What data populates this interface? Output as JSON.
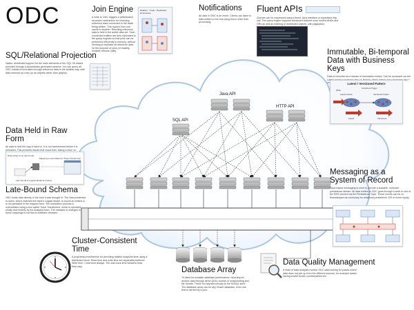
{
  "title": "ODC",
  "labels": {
    "sql_api": "SQL API",
    "java_api": "Java API",
    "http_api": "HTTP API"
  },
  "sections": {
    "join_engine": {
      "heading": "Join Engine",
      "body": "A write to ODC triggers a (distributed) recursive mechanism for resolving reference data connected to the trade being written. This ripples from one cache to another. Resulting reference data is held in the active data set. Such connected entities are then replicated to the query engines so that joins can be performed efficiently in memory, without needing to replicate all reference data for the purpose of joins (or making multiple network calls)."
    },
    "notifications": {
      "heading": "Notifications",
      "body": "All data in ODC is an event. Clients can listen to data written to the bus using this to drive their processing."
    },
    "fluent_apis": {
      "heading": "Fluent APIs",
      "body": "Queries can be expressed using a fluent Java interface or equivalent http call. The query engine supports advanced features such nested ANDs and ORs as well as ordering of distributed objects, with pagination."
    },
    "sql_projection": {
      "heading": "SQL/Relational Projection",
      "body": "Native, distributed support for the main elements of the SQL '99 dialect provided through a dynamically generated schema. You can query all ODC entities from trades through reference data in the familiar way, with data returned as rows (or as objects rather than graphs)."
    },
    "bitemporal": {
      "heading": "Immutable, Bi-temporal Data with Business Keys",
      "body": "Data is recorded as a stream of immutable entries. Can be accessed via the Latest (using a business key) or Historic views (which use a business key + version)."
    },
    "raw_form": {
      "heading": "Data Held in Raw Form",
      "body": "All data is held the way it came in. It is not transformed before it is persisted. This prevents issues that result from 'taking a view' on inbound data. Instead the view is taken at runtime using the Late-Bound Schema."
    },
    "late_bound": {
      "heading": "Late-Bound Schema",
      "body": "ODC holds data directly in the form it was brought in. The view presented to users, which matches the bank's Logical Model, is bound at runtime & is not persisted in the mapped form. The translation process is externalised using a tool called Trace Transformer, which is operated wholly and entirely by the Analysis team. The releases of changes to these mappings is not tied to software releases."
    },
    "messaging": {
      "heading": "Messaging as a System of Record",
      "body": "Topic based messaging is used to provide a scalable, multi-site persistence stream. All data written to ODC goes through a write to one of the EMS servers via the Persistence Topic. These events can be re-timestamped as necessary for relational persistence, DR or event replay."
    },
    "cluster_time": {
      "heading": "Cluster-Consistent Time",
      "body": "A proprietary mechanism for providing reliable snapshot time using a distributed clock. Read time and write time are separately buffered. Write time = read time always. The wall clock time between ticks they vary."
    },
    "database_array": {
      "heading": "Database Array",
      "body": "To allow for scalable database performance, reporting for archive data through direct (DAL) access or snapshotting and file Synthe. These run asynchronously to the NoSQL store. The database array can be any Oracle database, even one that is carried by a your."
    },
    "data_quality": {
      "heading": "Data Quality Management",
      "body": "A team of data analysts monitor ODC data looking for places where data does not join up from the different sources, for example trades having invalid books, counterparties etc."
    }
  },
  "thumbnails": {
    "join_engine": {
      "caption": "Relation - Trade - Replicated Dimensions"
    },
    "bitemporal": {
      "title": "Latest / Versioned Pattern",
      "labels": [
        "Write",
        "Latest Cache",
        "Versioned Cache",
        "Latest",
        "Versioned",
        "Consistent Trigger"
      ]
    },
    "raw_form": {
      "labels": [
        "Data written in its raw format",
        "Mapping is externalised in Trace Transformer",
        "Late-bound to Logical Model at runtime"
      ]
    }
  },
  "colors": {
    "cloud_stroke": "#a9c6e2",
    "thumb_red": "#c0392b",
    "thumb_blue": "#5d88c8",
    "terminal": "#1e2430"
  }
}
